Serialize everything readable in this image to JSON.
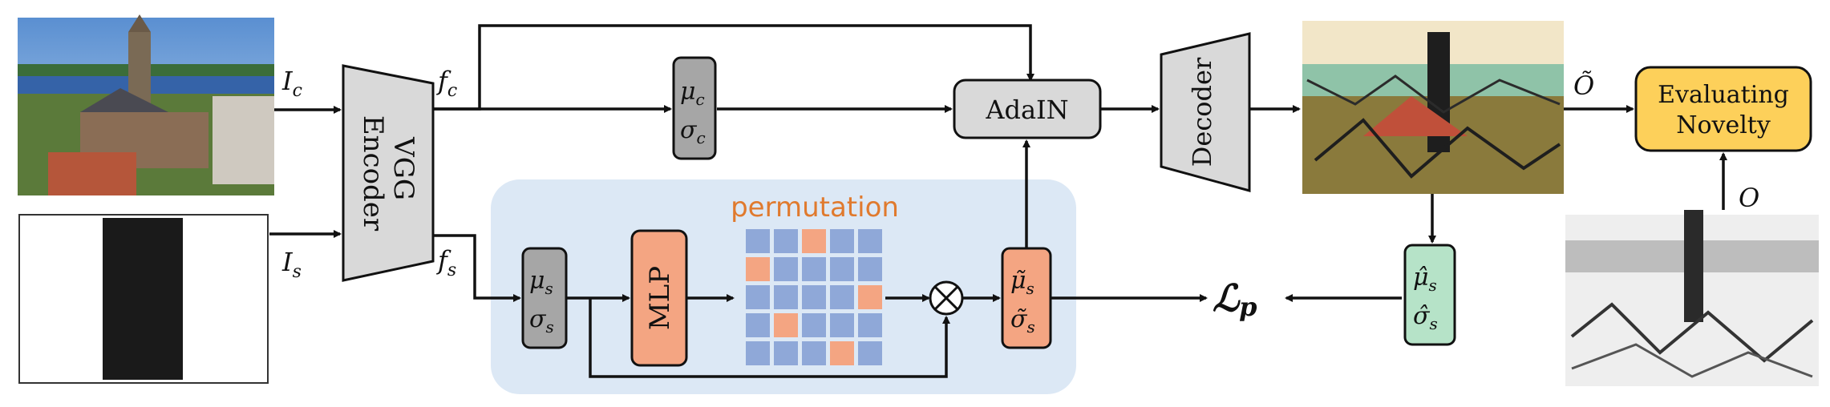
{
  "labels": {
    "content_input": "I",
    "content_input_sub": "c",
    "style_input": "I",
    "style_input_sub": "s",
    "content_feature": "f",
    "content_feature_sub": "c",
    "style_feature": "f",
    "style_feature_sub": "s",
    "output": "Õ",
    "other_output": "O",
    "loss": "ℒ",
    "loss_sub": "p"
  },
  "blocks": {
    "encoder_line1": "VGG",
    "encoder_line2": "Encoder",
    "adain": "AdaIN",
    "decoder": "Decoder",
    "mlp": "MLP",
    "permutation": "permutation",
    "evaluate_line1": "Evaluating",
    "evaluate_line2": "Novelty"
  },
  "stats": {
    "content_mu": "μ",
    "content_mu_sub": "c",
    "content_sigma": "σ",
    "content_sigma_sub": "c",
    "style_mu": "μ",
    "style_mu_sub": "s",
    "style_sigma": "σ",
    "style_sigma_sub": "s",
    "perm_mu": "μ̃",
    "perm_mu_sub": "s",
    "perm_sigma": "σ̃",
    "perm_sigma_sub": "s",
    "out_mu": "μ̂",
    "out_mu_sub": "s",
    "out_sigma": "σ̂",
    "out_sigma_sub": "s"
  },
  "colors": {
    "gray_box": "#d9d9d9",
    "dark_gray_box": "#a6a6a6",
    "orange_box": "#f4a582",
    "green_box": "#b6e3c8",
    "yellow_box": "#fdd05a",
    "panel": "#dce8f5",
    "grid_blue": "#8fa8d8",
    "grid_orange": "#f4a582",
    "perm_text": "#e07a2e"
  },
  "permutation_grid": {
    "rows": 5,
    "cols": 5,
    "orange_cells": [
      [
        0,
        2
      ],
      [
        1,
        0
      ],
      [
        2,
        4
      ],
      [
        3,
        1
      ],
      [
        4,
        3
      ]
    ]
  }
}
